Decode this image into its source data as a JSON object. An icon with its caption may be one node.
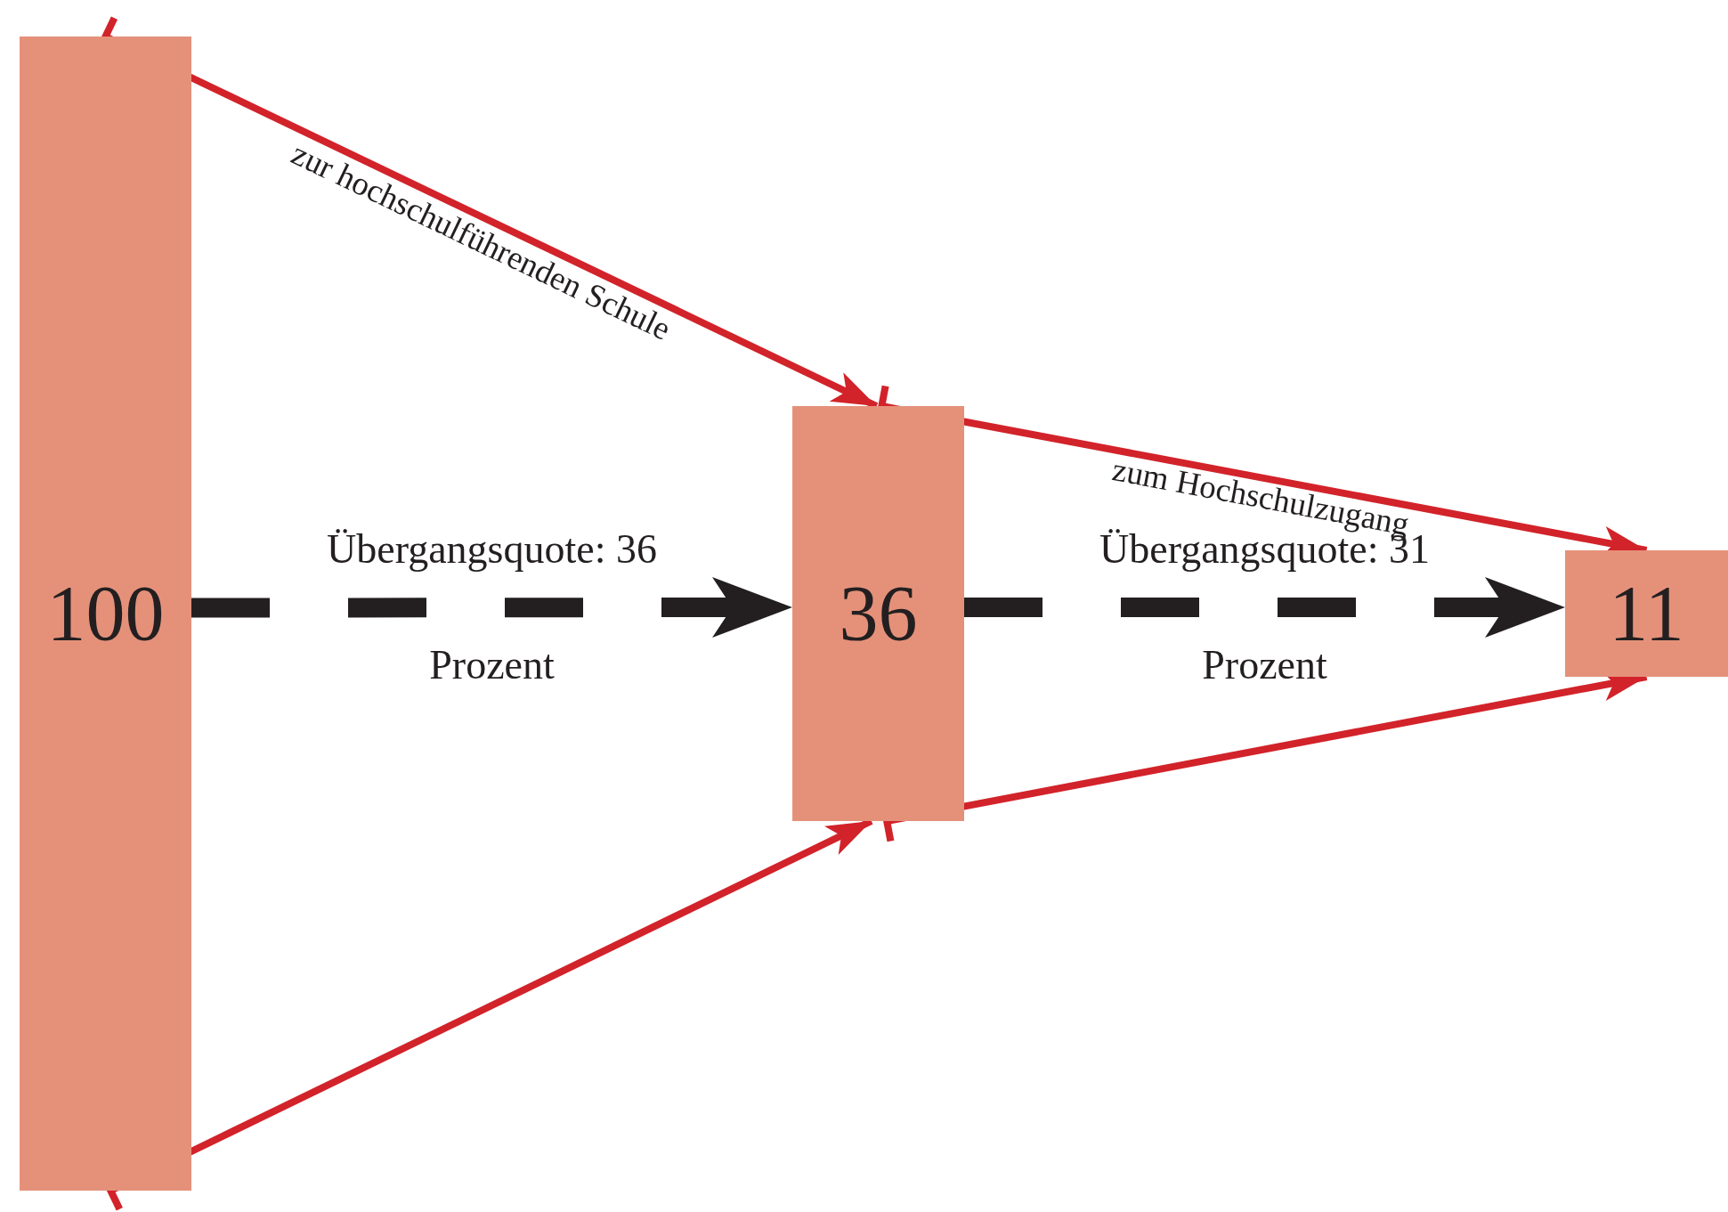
{
  "diagram": {
    "nodes": [
      {
        "text": [
          "100"
        ]
      },
      {
        "text": [
          "36"
        ]
      },
      {
        "text": [
          "11"
        ]
      }
    ],
    "edges": [
      {
        "from": 0,
        "to": 1,
        "arrow": "to",
        "label": "zur hochschulführenden Schule"
      },
      {
        "from": 1,
        "to": 2,
        "arrow": "to",
        "label": "zum Hochschulzugang"
      },
      {
        "from": 0,
        "to": 1,
        "arrow": "to"
      },
      {
        "from": 1,
        "to": 2,
        "arrow": "to"
      },
      {
        "from": 0,
        "to": 1,
        "arrow": "to",
        "label": "Übergangsquote: 36 Prozent",
        "style": "dashed",
        "color": "#231f20"
      },
      {
        "from": 1,
        "to": 2,
        "arrow": "to",
        "label": "Übergangsquote: 31 Prozent",
        "style": "dashed",
        "color": "#231f20"
      }
    ]
  }
}
